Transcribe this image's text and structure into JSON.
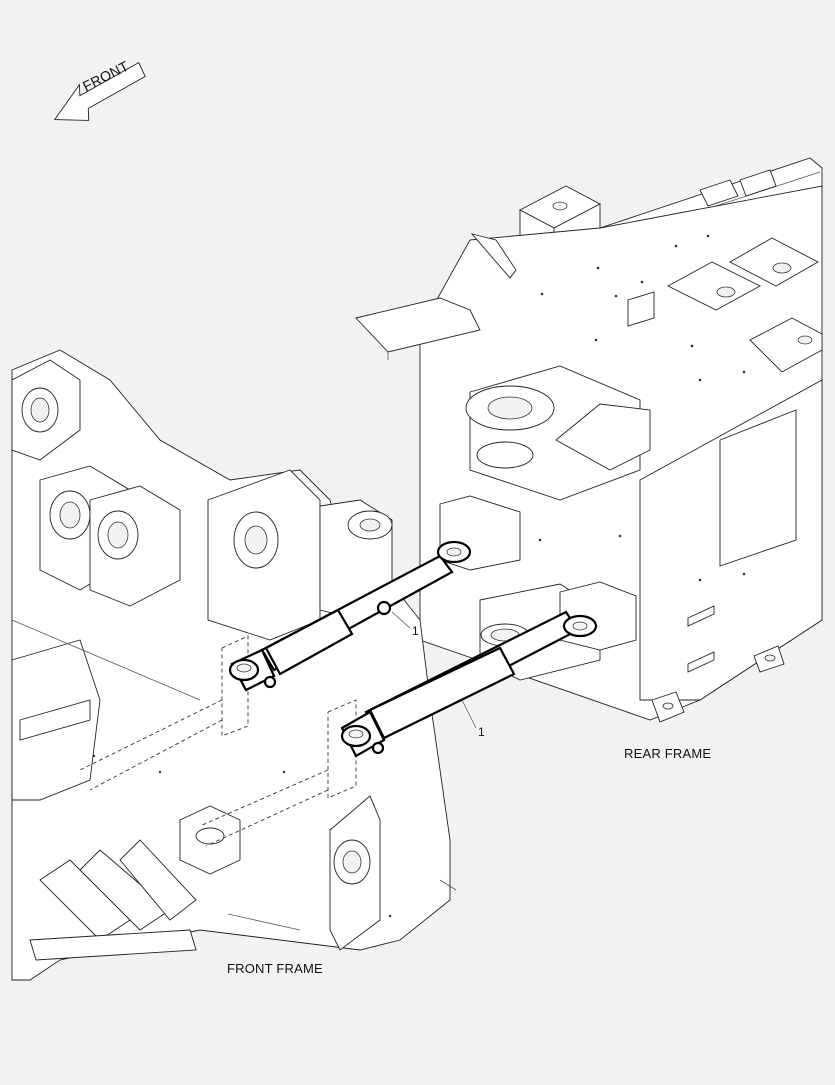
{
  "diagram": {
    "front_arrow_label": "FRONT",
    "rear_frame_label": "REAR FRAME",
    "front_frame_label": "FRONT FRAME",
    "callouts": [
      "1",
      "1"
    ]
  },
  "colors": {
    "background": "#f2f2f2",
    "line": "#222222",
    "highlight_line": "#000000"
  }
}
